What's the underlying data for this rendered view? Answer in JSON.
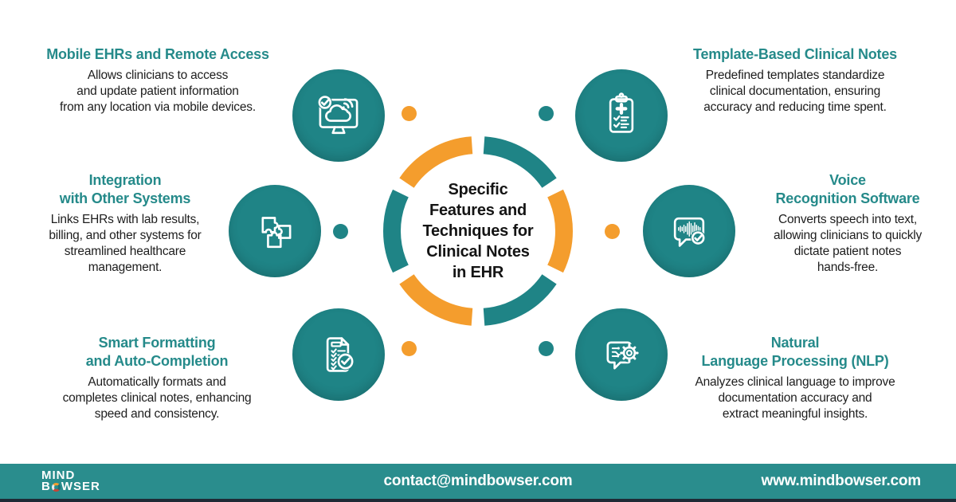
{
  "palette": {
    "teal-graphic": "#1F8486",
    "teal-heading": "#258A8A",
    "teal-footer": "#2A8D8D",
    "orange": "#F49D2D",
    "text-dark": "#1D1D1D",
    "dark-strip": "#1E2A36"
  },
  "center": {
    "title": "Specific\nFeatures and\nTechniques for\nClinical Notes\nin EHR"
  },
  "sections": [
    {
      "id": "mobile-ehrs",
      "title": "Mobile EHRs and Remote Access",
      "body": "Allows clinicians to access\nand update patient information\nfrom any location via mobile devices.",
      "icon": "monitor-cloud-wifi-check-icon"
    },
    {
      "id": "template-notes",
      "title": "Template-Based Clinical Notes",
      "body": "Predefined templates standardize\nclinical documentation, ensuring\naccuracy and reducing time spent.",
      "icon": "medical-clipboard-checklist-icon"
    },
    {
      "id": "integration",
      "title": "Integration\nwith Other Systems",
      "body": "Links EHRs with lab results,\nbilling, and other systems for\nstreamlined healthcare\nmanagement.",
      "icon": "puzzle-pieces-icon"
    },
    {
      "id": "voice-recognition",
      "title": "Voice\nRecognition Software",
      "body": "Converts speech into text,\nallowing clinicians to quickly\ndictate patient notes\nhands-free.",
      "icon": "speech-bubble-waveform-check-icon"
    },
    {
      "id": "smart-formatting",
      "title": "Smart Formatting\nand Auto-Completion",
      "body": "Automatically formats and\ncompletes clinical notes, enhancing\nspeed and consistency.",
      "icon": "document-checklist-check-icon"
    },
    {
      "id": "nlp",
      "title": "Natural\nLanguage Processing (NLP)",
      "body": "Analyzes clinical language to improve\ndocumentation accuracy and\nextract meaningful insights.",
      "icon": "speech-bubble-circuit-gear-icon"
    }
  ],
  "footer": {
    "logo_line1": "MIND",
    "logo_line2_prefix": "B",
    "logo_line2_suffix": "WSER",
    "email": "contact@mindbowser.com",
    "website": "www.mindbowser.com"
  }
}
